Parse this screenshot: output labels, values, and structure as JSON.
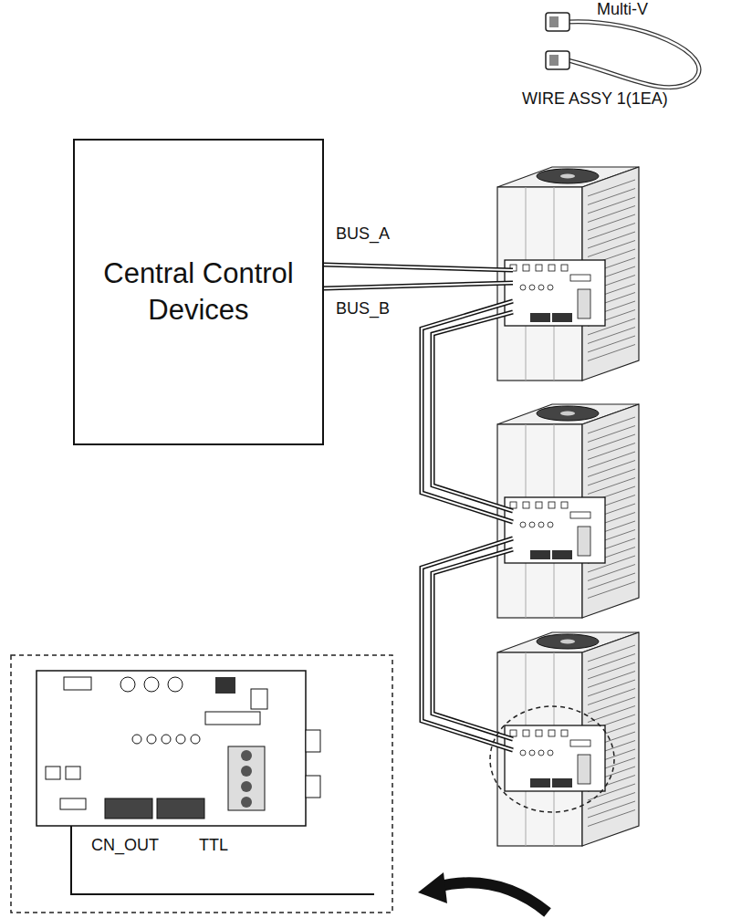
{
  "diagram": {
    "nodes": [
      {
        "text": [
          "Central Control Devices"
        ]
      }
    ],
    "labels": [
      "Multi-V",
      "WIRE ASSY 1(1EA)",
      "BUS_A",
      "BUS_B",
      "CN_OUT",
      "TTL"
    ]
  }
}
